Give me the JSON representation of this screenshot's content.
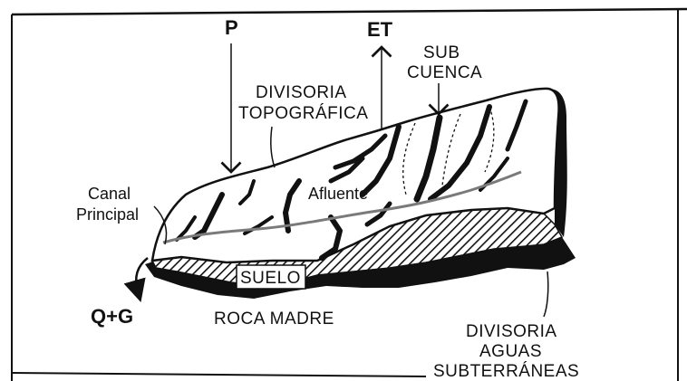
{
  "diagram": {
    "labels": {
      "precipitation": "P",
      "evapotranspiration": "ET",
      "sub_basin_line1": "SUB",
      "sub_basin_line2": "CUENCA",
      "topo_divide_line1": "DIVISORIA",
      "topo_divide_line2": "TOPOGRÁFICA",
      "main_channel_line1": "Canal",
      "main_channel_line2": "Principal",
      "tributary": "Afluente",
      "soil": "SUELO",
      "outflow": "Q+G",
      "bedrock": "ROCA MADRE",
      "groundwater_divide_line1": "DIVISORIA",
      "groundwater_divide_line2": "AGUAS",
      "groundwater_divide_line3": "SUBTERRÁNEAS"
    },
    "colors": {
      "ink": "#111111",
      "channel": "#7a7a7a",
      "paper": "#ffffff"
    }
  }
}
